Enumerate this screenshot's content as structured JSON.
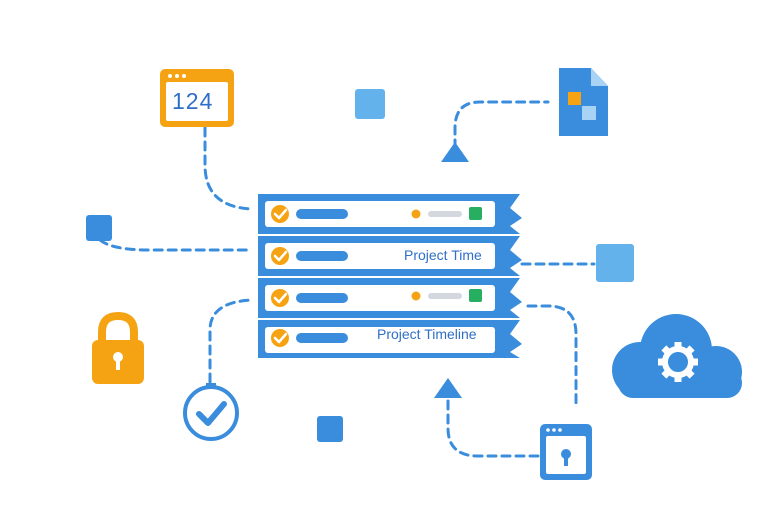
{
  "colors": {
    "primary_blue": "#3a8ddd",
    "light_blue": "#63b2ec",
    "orange": "#f6a313",
    "green": "#27ae60",
    "gray_bar": "#d3d8df",
    "label_blue": "#2f6fc7"
  },
  "counter_widget": {
    "value": "124",
    "icon": "counter-window-icon"
  },
  "stack": {
    "rows": [
      {
        "label": "",
        "check_icon": "check-circle-icon",
        "has_status": true
      },
      {
        "label": "Project Time",
        "check_icon": "check-circle-icon",
        "has_status": false
      },
      {
        "label": "",
        "check_icon": "check-circle-icon",
        "has_status": true
      },
      {
        "label": "Project Timeline",
        "check_icon": "check-circle-icon",
        "has_status": false
      }
    ]
  },
  "icons": [
    "document-icon",
    "padlock-icon",
    "check-badge-icon",
    "cloud-gear-icon",
    "secure-window-icon",
    "arrow-up-icon"
  ]
}
